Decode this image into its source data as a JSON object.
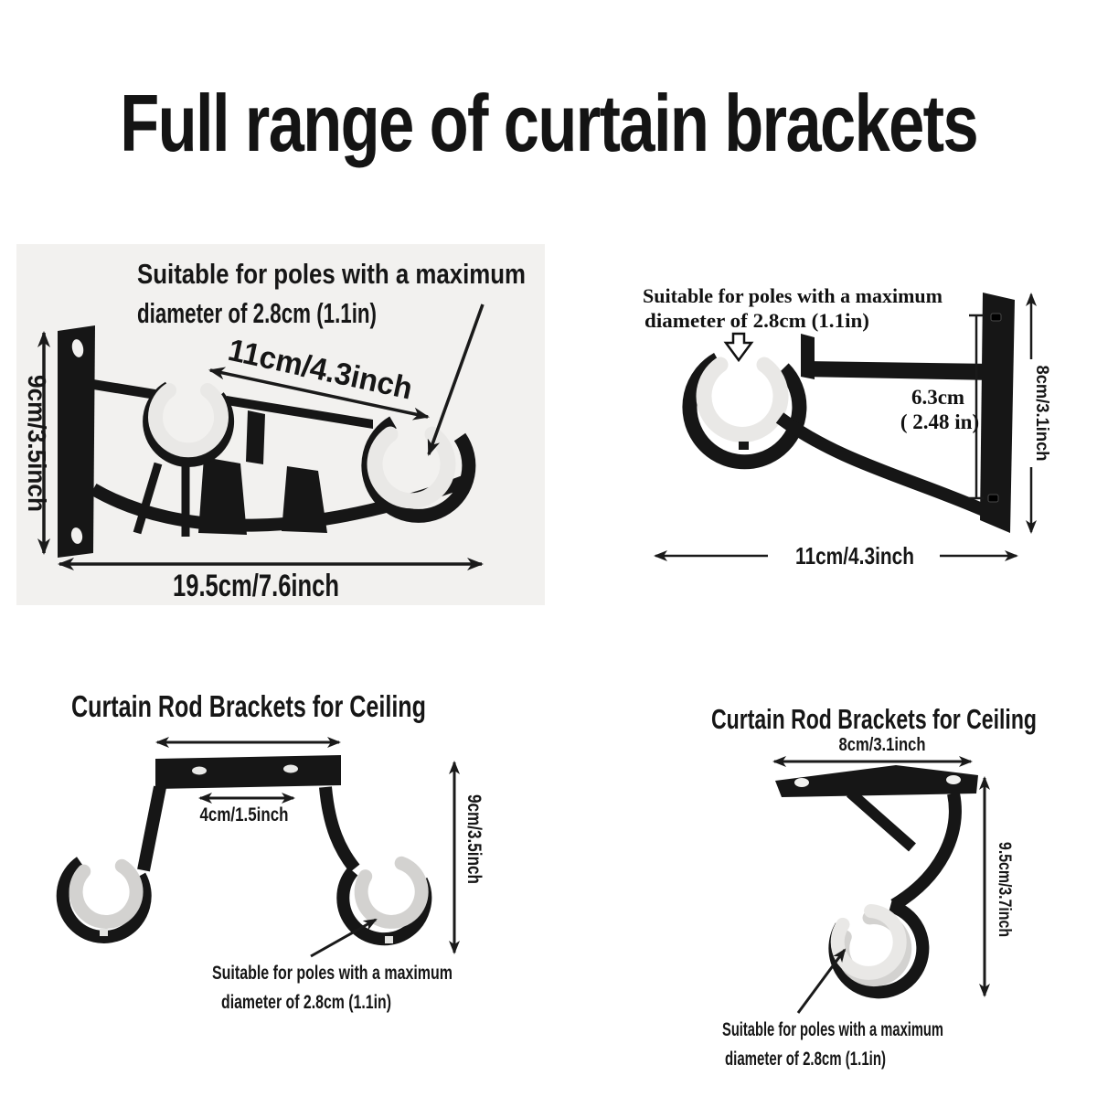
{
  "title": "Full range of curtain brackets",
  "colors": {
    "ink": "#161616",
    "clip_light": "#e9e8e6",
    "clip_gray": "#d3d2d0",
    "panel_bg": "#f2f1ef",
    "page_bg": "#ffffff"
  },
  "panels": {
    "double_wall": {
      "note_line1": "Suitable for poles with a maximum",
      "note_line2": "diameter of 2.8cm (1.1in)",
      "dim_span": "11cm/4.3inch",
      "dim_height": "9cm/3.5inch",
      "dim_length": "19.5cm/7.6inch"
    },
    "single_wall": {
      "note_line1": "Suitable for poles with a maximum",
      "note_line2": "diameter of 2.8cm (1.1in)",
      "dim_drop_cm": "6.3cm",
      "dim_drop_in": "( 2.48 in)",
      "dim_height": "8cm/3.1inch",
      "dim_length": "11cm/4.3inch"
    },
    "double_ceiling": {
      "title": "Curtain Rod Brackets for Ceiling",
      "dim_spacing": "4cm/1.5inch",
      "dim_height": "9cm/3.5inch",
      "note_line1": "Suitable for poles with a maximum",
      "note_line2": "diameter of 2.8cm (1.1in)"
    },
    "single_ceiling": {
      "title": "Curtain Rod Brackets for Ceiling",
      "dim_width": "8cm/3.1inch",
      "dim_height": "9.5cm/3.7inch",
      "note_line1": "Suitable for poles with a maximum",
      "note_line2": "diameter of 2.8cm (1.1in)"
    }
  }
}
